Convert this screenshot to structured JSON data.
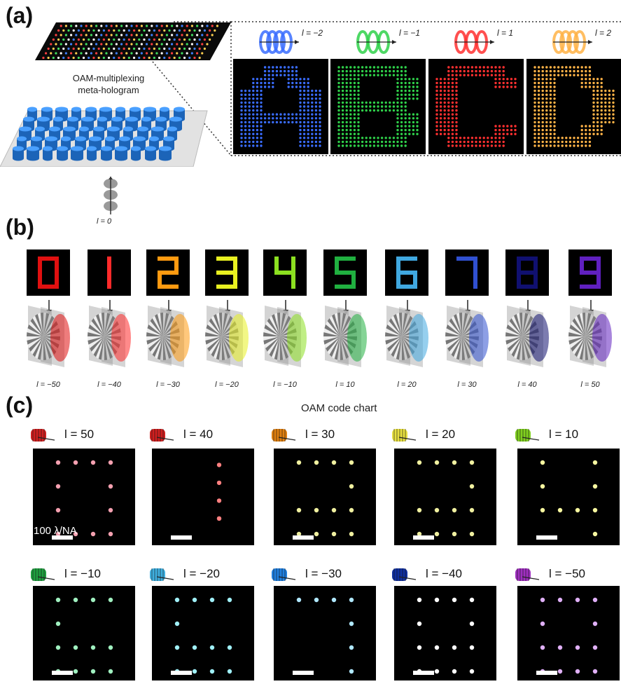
{
  "panel_a": {
    "letter": "(a)",
    "hologram_label_line1": "OAM-multiplexing",
    "hologram_label_line2": "meta-hologram",
    "input_label": "l = 0",
    "modes": [
      {
        "label": "l = −2",
        "letter": "A",
        "color": "#3a6dff"
      },
      {
        "label": "l = −1",
        "letter": "B",
        "color": "#2fd14a"
      },
      {
        "label": "l = 1",
        "letter": "C",
        "color": "#ff3030"
      },
      {
        "label": "l = 2",
        "letter": "D",
        "color": "#ffb347"
      }
    ]
  },
  "panel_b": {
    "letter": "(b)",
    "digits": [
      {
        "digit": "0",
        "label": "l = −50",
        "color": "#e01010"
      },
      {
        "digit": "1",
        "label": "l = −40",
        "color": "#ff2a2a"
      },
      {
        "digit": "2",
        "label": "l = −30",
        "color": "#ff9a10"
      },
      {
        "digit": "3",
        "label": "l = −20",
        "color": "#e8f020"
      },
      {
        "digit": "4",
        "label": "l = −10",
        "color": "#8ce020"
      },
      {
        "digit": "5",
        "label": "l = 10",
        "color": "#20b040"
      },
      {
        "digit": "6",
        "label": "l = 20",
        "color": "#40a8e0"
      },
      {
        "digit": "7",
        "label": "l = 30",
        "color": "#3050d0"
      },
      {
        "digit": "8",
        "label": "l = 40",
        "color": "#101070"
      },
      {
        "digit": "9",
        "label": "l = 50",
        "color": "#6020c0"
      }
    ]
  },
  "panel_c": {
    "letter": "(c)",
    "title": "OAM code chart",
    "scale_label": "100 λ/NA",
    "codes": [
      {
        "label": "l = 50",
        "color": "#f4a0b0",
        "icon_color": "#d02020"
      },
      {
        "label": "l = 40",
        "color": "#ff8080",
        "icon_color": "#d02020"
      },
      {
        "label": "l = 30",
        "color": "#f0f0a0",
        "icon_color": "#e08010"
      },
      {
        "label": "l = 20",
        "color": "#f0f0a0",
        "icon_color": "#e8e040"
      },
      {
        "label": "l = 10",
        "color": "#f8f8a0",
        "icon_color": "#80d020"
      },
      {
        "label": "l = −10",
        "color": "#a0f0c0",
        "icon_color": "#20a040"
      },
      {
        "label": "l = −20",
        "color": "#a0f0f8",
        "icon_color": "#40b0e0"
      },
      {
        "label": "l = −30",
        "color": "#b0e8ff",
        "icon_color": "#2080e0"
      },
      {
        "label": "l = −40",
        "color": "#ffffff",
        "icon_color": "#1030a0"
      },
      {
        "label": "l = −50",
        "color": "#e0b0f8",
        "icon_color": "#a030c0"
      }
    ]
  }
}
